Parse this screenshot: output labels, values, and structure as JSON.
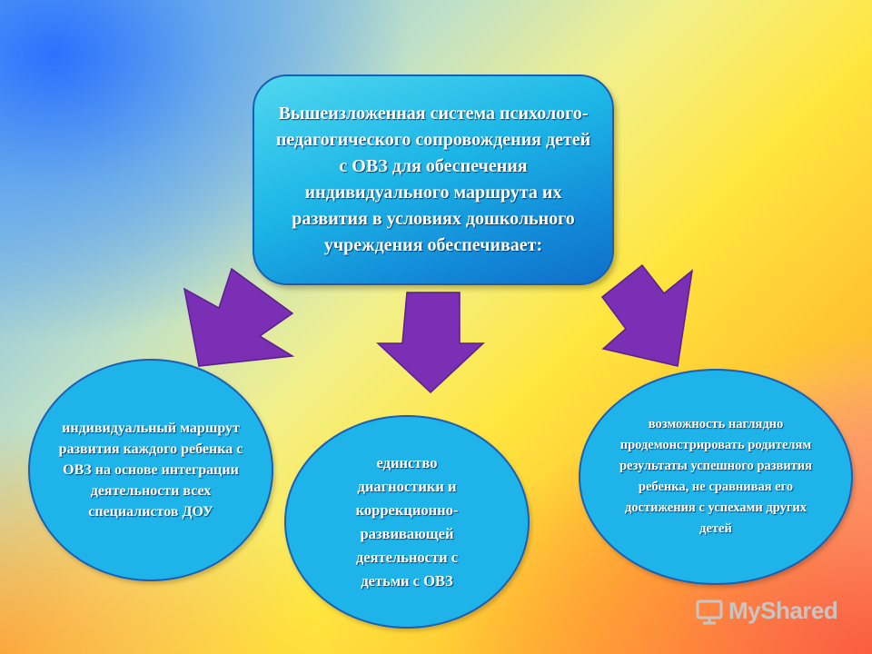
{
  "center": {
    "text": "Вышеизложенная система психолого-педагогического сопровождения детей с ОВЗ для обеспечения индивидуального маршрута их развития в условиях дошкольного учреждения обеспечивает:"
  },
  "items": [
    {
      "text": "индивидуальный маршрут развития каждого ребенка с ОВЗ на основе интеграции деятельности всех специалистов ДОУ"
    },
    {
      "text": "единство диагностики и коррекционно-развивающей деятельности с детьми с ОВЗ"
    },
    {
      "text": "возможность наглядно продемонстрировать родителям результаты успешного развития ребенка, не сравнивая его достижения с успехами других детей"
    }
  ],
  "watermark": {
    "text": "MyShared"
  },
  "colors": {
    "box_fill": "#1eb4ea",
    "box_border": "#1a5fb4",
    "arrow_fill": "#7a2fb5",
    "arrow_stroke": "#5a1f8f"
  }
}
